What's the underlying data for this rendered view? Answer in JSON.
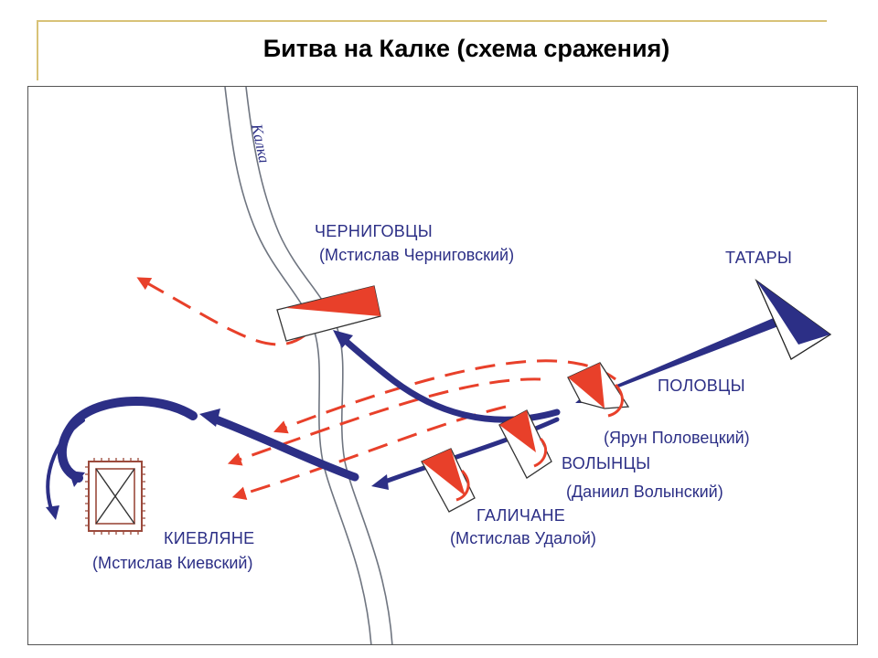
{
  "slide": {
    "title": "Битва на Калке (схема сражения)"
  },
  "map": {
    "river_label": "Калка",
    "units": [
      {
        "name": "ЧЕРНИГОВЦЫ",
        "leader": "(Мстислав Черниговский)"
      },
      {
        "name": "ТАТАРЫ",
        "leader": ""
      },
      {
        "name": "ПОЛОВЦЫ",
        "leader": "(Ярун Половецкий)"
      },
      {
        "name": "ВОЛЫНЦЫ",
        "leader": "(Даниил Волынский)"
      },
      {
        "name": "ГАЛИЧАНЕ",
        "leader": "(Мстислав Удалой)"
      },
      {
        "name": "КИЕВЛЯНЕ",
        "leader": "(Мстислав Киевский)"
      }
    ],
    "colors": {
      "river": "#6f7580",
      "russian_forces": "#e8402a",
      "tatar_forces": "#2c2f86",
      "camp": "#9b4a3c",
      "label": "#2c2f86",
      "accent": "#d8c277"
    },
    "legend_icons": [
      "red-flag-unit-icon",
      "blue-flag-unit-icon",
      "dashed-retreat-arrow-icon",
      "solid-attack-arrow-icon",
      "fortified-camp-icon"
    ]
  }
}
